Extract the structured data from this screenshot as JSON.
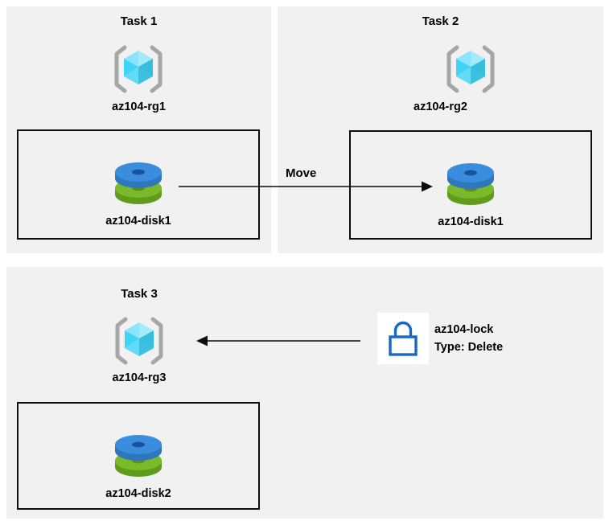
{
  "diagram": {
    "background": "#ffffff",
    "panel_bg": "#f1f1f1",
    "line_color": "#0d0d0d",
    "panels": [
      {
        "id": "task1",
        "title": "Task 1"
      },
      {
        "id": "task2",
        "title": "Task 2"
      },
      {
        "id": "task3",
        "title": "Task 3"
      }
    ],
    "resource_groups": [
      {
        "id": "rg1",
        "label": "az104-rg1",
        "icon": "resource-group-icon"
      },
      {
        "id": "rg2",
        "label": "az104-rg2",
        "icon": "resource-group-icon"
      },
      {
        "id": "rg3",
        "label": "az104-rg3",
        "icon": "resource-group-icon"
      }
    ],
    "disks": [
      {
        "id": "disk1-task1",
        "label": "az104-disk1",
        "icon": "managed-disk-icon"
      },
      {
        "id": "disk1-task2",
        "label": "az104-disk1",
        "icon": "managed-disk-icon"
      },
      {
        "id": "disk2-task3",
        "label": "az104-disk2",
        "icon": "managed-disk-icon"
      }
    ],
    "arrows": [
      {
        "id": "move-arrow",
        "label": "Move",
        "direction": "right"
      },
      {
        "id": "lock-arrow",
        "label": "",
        "direction": "left"
      }
    ],
    "lock": {
      "icon": "lock-icon",
      "name": "az104-lock",
      "type_line": "Type: Delete",
      "color": "#1668c8"
    },
    "colors": {
      "cube_light": "#8be0f7",
      "cube_mid": "#3cd2f5",
      "cube_dark": "#33b7d6",
      "bracket": "#a6a6a6",
      "disk_blue": "#3a8ddd",
      "disk_blue_dark": "#2f76bd",
      "disk_green": "#7ab929",
      "disk_green_dark": "#5f9c1c",
      "lock_blue": "#1668c8"
    }
  }
}
